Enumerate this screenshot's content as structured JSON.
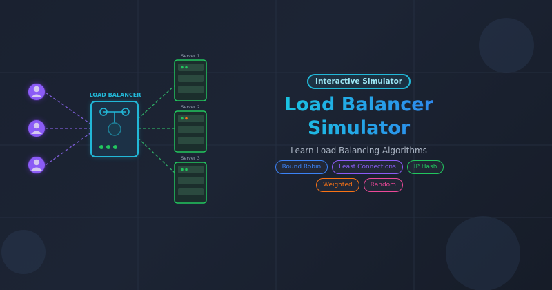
{
  "diagram": {
    "balancer_label": "LOAD BALANCER",
    "servers": [
      {
        "label": "Server 1",
        "status": [
          "#22c55e",
          "#22c55e"
        ]
      },
      {
        "label": "Server 2",
        "status": [
          "#22c55e",
          "#f97316"
        ]
      },
      {
        "label": "Server 3",
        "status": [
          "#22c55e",
          "#22c55e"
        ]
      }
    ],
    "clients": [
      "user-icon",
      "user-icon",
      "user-icon"
    ]
  },
  "hero": {
    "badge": "Interactive Simulator",
    "title_line1": "Load Balancer",
    "title_line2": "Simulator",
    "subtitle": "Learn Load Balancing Algorithms"
  },
  "algorithms": [
    {
      "label": "Round Robin",
      "color": "#3b82f6"
    },
    {
      "label": "Least Connections",
      "color": "#8b5cf6"
    },
    {
      "label": "IP Hash",
      "color": "#22c55e"
    },
    {
      "label": "Weighted",
      "color": "#f97316"
    },
    {
      "label": "Random",
      "color": "#ec4899"
    }
  ],
  "colors": {
    "accent": "#22b8d8",
    "client": "#8b5cf6",
    "server": "#22c55e",
    "background": "#1a2130"
  }
}
